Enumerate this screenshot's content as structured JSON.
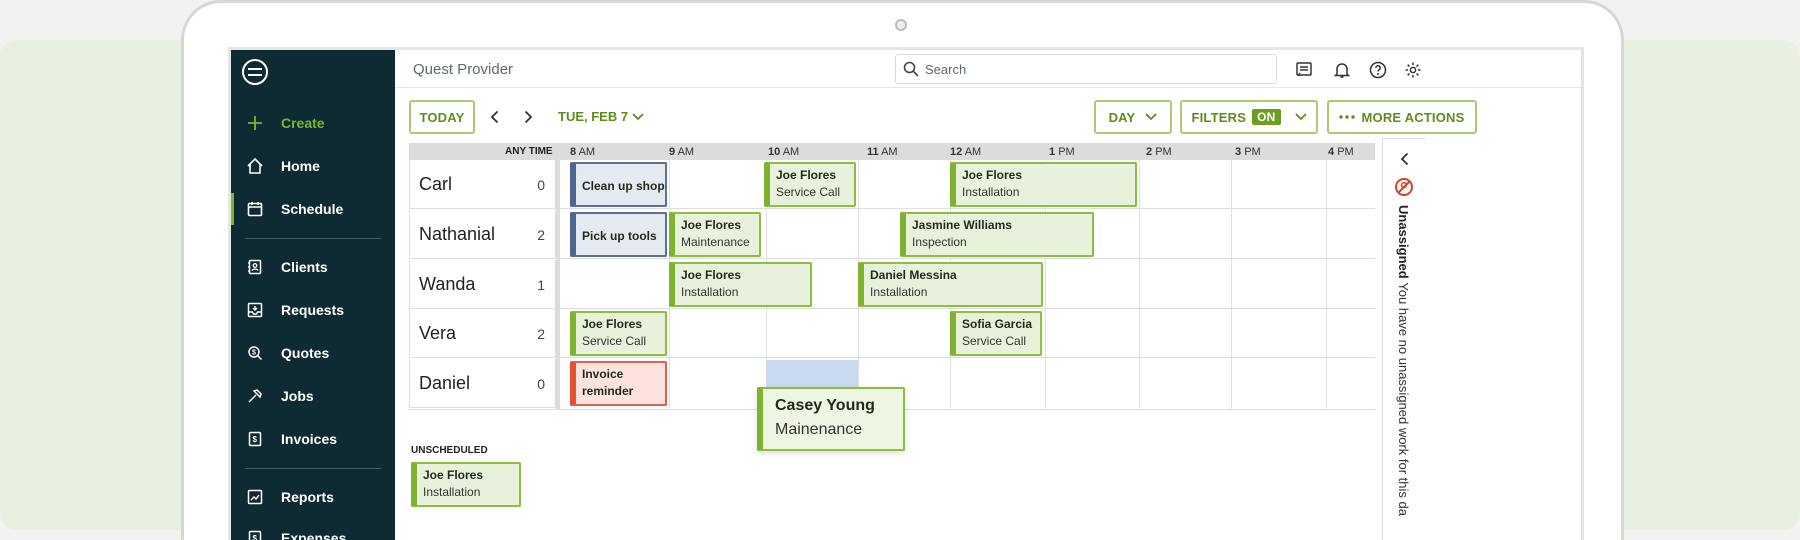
{
  "app": {
    "title": "Quest Provider"
  },
  "search": {
    "placeholder": "Search"
  },
  "colors": {
    "brand_green": "#7db32e",
    "sidebar_bg": "#0e2a33",
    "task_blue": "#4d6592",
    "reminder_red": "#e84e33"
  },
  "sidebar": {
    "logo": "jobber-logo-icon",
    "items": [
      {
        "label": "Create",
        "icon": "plus-icon"
      },
      {
        "label": "Home",
        "icon": "home-icon"
      },
      {
        "label": "Schedule",
        "icon": "calendar-icon",
        "active": true
      },
      {
        "label": "Clients",
        "icon": "contacts-icon"
      },
      {
        "label": "Requests",
        "icon": "inbox-icon"
      },
      {
        "label": "Quotes",
        "icon": "quote-icon"
      },
      {
        "label": "Jobs",
        "icon": "hammer-icon"
      },
      {
        "label": "Invoices",
        "icon": "invoice-icon"
      },
      {
        "label": "Reports",
        "icon": "chart-icon"
      },
      {
        "label": "Expenses",
        "icon": "expense-icon"
      }
    ]
  },
  "toolbar": {
    "today": "TODAY",
    "date": "TUE, FEB 7",
    "view": "DAY",
    "filters": "FILTERS",
    "filters_state": "ON",
    "more_actions": "MORE ACTIONS"
  },
  "schedule": {
    "anytime": "ANY TIME",
    "hours": [
      {
        "num": "8",
        "ampm": "AM"
      },
      {
        "num": "9",
        "ampm": "AM"
      },
      {
        "num": "10",
        "ampm": "AM"
      },
      {
        "num": "11",
        "ampm": "AM"
      },
      {
        "num": "12",
        "ampm": "AM"
      },
      {
        "num": "1",
        "ampm": "PM"
      },
      {
        "num": "2",
        "ampm": "PM"
      },
      {
        "num": "3",
        "ampm": "PM"
      },
      {
        "num": "4",
        "ampm": "PM"
      }
    ],
    "rows": [
      {
        "name": "Carl",
        "count": "0"
      },
      {
        "name": "Nathanial",
        "count": "2"
      },
      {
        "name": "Wanda",
        "count": "1"
      },
      {
        "name": "Vera",
        "count": "2"
      },
      {
        "name": "Daniel",
        "count": "0"
      }
    ],
    "events": [
      {
        "title": "Clean up shop",
        "subtitle": "",
        "type": "task"
      },
      {
        "title": "Joe Flores",
        "subtitle": "Service Call",
        "type": "visit"
      },
      {
        "title": "Joe Flores",
        "subtitle": "Installation",
        "type": "visit"
      },
      {
        "title": "Pick up tools",
        "subtitle": "",
        "type": "task"
      },
      {
        "title": "Joe Flores",
        "subtitle": "Maintenance",
        "type": "visit"
      },
      {
        "title": "Jasmine Williams",
        "subtitle": "Inspection",
        "type": "visit"
      },
      {
        "title": "Joe Flores",
        "subtitle": "Installation",
        "type": "visit"
      },
      {
        "title": "Daniel Messina",
        "subtitle": "Installation",
        "type": "visit"
      },
      {
        "title": "Joe Flores",
        "subtitle": "Service Call",
        "type": "visit"
      },
      {
        "title": "Sofia Garcia",
        "subtitle": "Service Call",
        "type": "visit"
      },
      {
        "title": "Invoice",
        "subtitle": "reminder",
        "type": "reminder"
      }
    ],
    "dragging": {
      "title": "Casey Young",
      "subtitle": "Mainenance"
    },
    "unscheduled_label": "UNSCHEDULED",
    "unscheduled": [
      {
        "title": "Joe Flores",
        "subtitle": "Installation"
      }
    ]
  },
  "unassigned_panel": {
    "title": "Unassigned",
    "message": "You have no unassigned work for this da"
  }
}
